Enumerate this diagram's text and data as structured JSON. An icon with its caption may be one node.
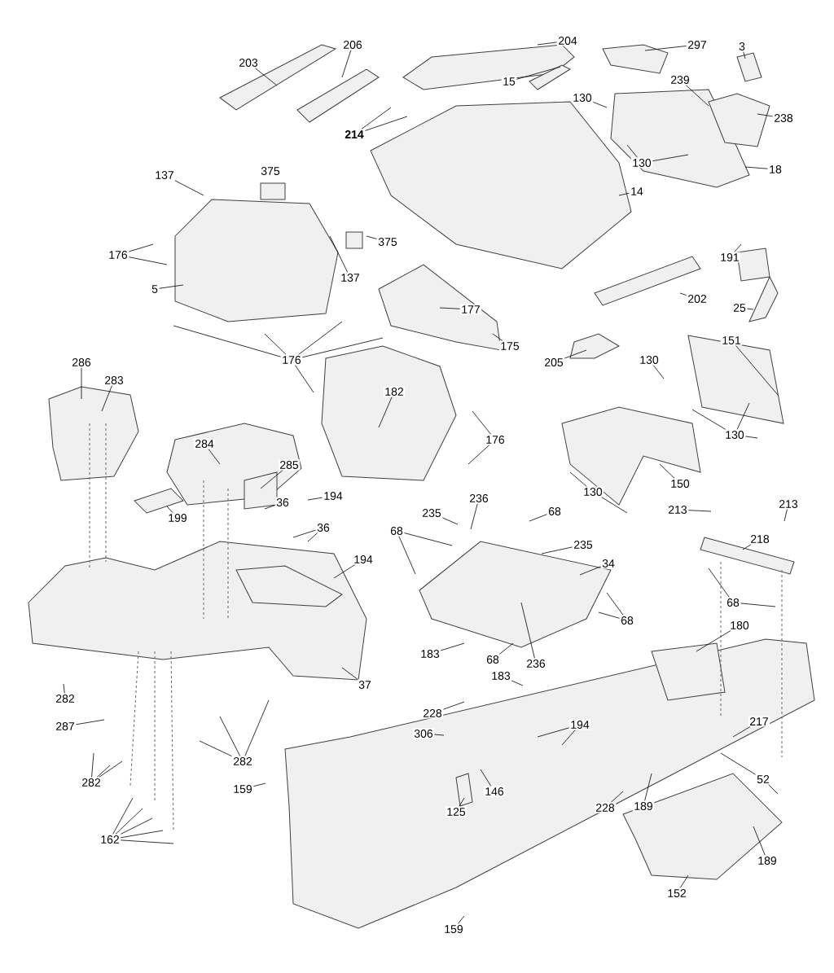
{
  "diagram": {
    "nodes": [
      {
        "text": [
          "203"
        ]
      },
      {
        "text": [
          "206"
        ]
      },
      {
        "text": [
          "204"
        ]
      },
      {
        "text": [
          "297"
        ]
      },
      {
        "text": [
          "3"
        ]
      },
      {
        "text": [
          "15"
        ]
      },
      {
        "text": [
          "130"
        ]
      },
      {
        "text": [
          "239"
        ]
      },
      {
        "text": [
          "238"
        ]
      },
      {
        "text": [
          "214"
        ]
      },
      {
        "text": [
          "137"
        ]
      },
      {
        "text": [
          "375"
        ]
      },
      {
        "text": [
          "375"
        ]
      },
      {
        "text": [
          "130"
        ]
      },
      {
        "text": [
          "18"
        ]
      },
      {
        "text": [
          "14"
        ]
      },
      {
        "text": [
          "176"
        ]
      },
      {
        "text": [
          "137"
        ]
      },
      {
        "text": [
          "5"
        ]
      },
      {
        "text": [
          "191"
        ]
      },
      {
        "text": [
          "202"
        ]
      },
      {
        "text": [
          "25"
        ]
      },
      {
        "text": [
          "177"
        ]
      },
      {
        "text": [
          "176"
        ]
      },
      {
        "text": [
          "175"
        ]
      },
      {
        "text": [
          "205"
        ]
      },
      {
        "text": [
          "151"
        ]
      },
      {
        "text": [
          "130"
        ]
      },
      {
        "text": [
          "130"
        ]
      },
      {
        "text": [
          "286"
        ]
      },
      {
        "text": [
          "283"
        ]
      },
      {
        "text": [
          "182"
        ]
      },
      {
        "text": [
          "176"
        ]
      },
      {
        "text": [
          "284"
        ]
      },
      {
        "text": [
          "285"
        ]
      },
      {
        "text": [
          "150"
        ]
      },
      {
        "text": [
          "130"
        ]
      },
      {
        "text": [
          "199"
        ]
      },
      {
        "text": [
          "36"
        ]
      },
      {
        "text": [
          "194"
        ]
      },
      {
        "text": [
          "36"
        ]
      },
      {
        "text": [
          "235"
        ]
      },
      {
        "text": [
          "236"
        ]
      },
      {
        "text": [
          "68"
        ]
      },
      {
        "text": [
          "213"
        ]
      },
      {
        "text": [
          "213"
        ]
      },
      {
        "text": [
          "218"
        ]
      },
      {
        "text": [
          "68"
        ]
      },
      {
        "text": [
          "235"
        ]
      },
      {
        "text": [
          "194"
        ]
      },
      {
        "text": [
          "34"
        ]
      },
      {
        "text": [
          "68"
        ]
      },
      {
        "text": [
          "68"
        ]
      },
      {
        "text": [
          "183"
        ]
      },
      {
        "text": [
          "68"
        ]
      },
      {
        "text": [
          "236"
        ]
      },
      {
        "text": [
          "183"
        ]
      },
      {
        "text": [
          "180"
        ]
      },
      {
        "text": [
          "37"
        ]
      },
      {
        "text": [
          "282"
        ]
      },
      {
        "text": [
          "287"
        ]
      },
      {
        "text": [
          "228"
        ]
      },
      {
        "text": [
          "306"
        ]
      },
      {
        "text": [
          "194"
        ]
      },
      {
        "text": [
          "217"
        ]
      },
      {
        "text": [
          "282"
        ]
      },
      {
        "text": [
          "282"
        ]
      },
      {
        "text": [
          "52"
        ]
      },
      {
        "text": [
          "146"
        ]
      },
      {
        "text": [
          "125"
        ]
      },
      {
        "text": [
          "228"
        ]
      },
      {
        "text": [
          "189"
        ]
      },
      {
        "text": [
          "159"
        ]
      },
      {
        "text": [
          "189"
        ]
      },
      {
        "text": [
          "162"
        ]
      },
      {
        "text": [
          "152"
        ]
      },
      {
        "text": [
          "159"
        ]
      }
    ],
    "edges": [
      {
        "from": 0,
        "to": null,
        "arrow": "none"
      },
      {
        "from": 1,
        "to": null,
        "arrow": "none"
      },
      {
        "from": 2,
        "to": null,
        "arrow": "none"
      },
      {
        "from": 3,
        "to": null,
        "arrow": "none"
      },
      {
        "from": 4,
        "to": null,
        "arrow": "none"
      },
      {
        "from": 5,
        "to": null,
        "arrow": "none"
      },
      {
        "from": 6,
        "to": null,
        "arrow": "none"
      },
      {
        "from": 7,
        "to": null,
        "arrow": "none"
      },
      {
        "from": 8,
        "to": null,
        "arrow": "none"
      },
      {
        "from": 9,
        "to": null,
        "arrow": "none"
      },
      {
        "from": 9,
        "to": null,
        "arrow": "none"
      },
      {
        "from": 10,
        "to": null,
        "arrow": "none"
      },
      {
        "from": 12,
        "to": null,
        "arrow": "none"
      },
      {
        "from": 13,
        "to": null,
        "arrow": "none"
      },
      {
        "from": 13,
        "to": null,
        "arrow": "none"
      },
      {
        "from": 14,
        "to": null,
        "arrow": "none"
      },
      {
        "from": 15,
        "to": null,
        "arrow": "none"
      },
      {
        "from": 16,
        "to": null,
        "arrow": "none"
      },
      {
        "from": 16,
        "to": null,
        "arrow": "none"
      },
      {
        "from": 17,
        "to": null,
        "arrow": "none"
      },
      {
        "from": 18,
        "to": null,
        "arrow": "none"
      },
      {
        "from": 19,
        "to": null,
        "arrow": "none"
      },
      {
        "from": 20,
        "to": null,
        "arrow": "none"
      },
      {
        "from": 21,
        "to": null,
        "arrow": "none"
      },
      {
        "from": 22,
        "to": null,
        "arrow": "none"
      },
      {
        "from": 23,
        "to": null,
        "arrow": "none"
      },
      {
        "from": 23,
        "to": null,
        "arrow": "none"
      },
      {
        "from": 23,
        "to": null,
        "arrow": "none"
      },
      {
        "from": 23,
        "to": null,
        "arrow": "none"
      },
      {
        "from": 23,
        "to": null,
        "arrow": "none"
      },
      {
        "from": 24,
        "to": null,
        "arrow": "none"
      },
      {
        "from": 25,
        "to": null,
        "arrow": "none"
      },
      {
        "from": 26,
        "to": null,
        "arrow": "none"
      },
      {
        "from": 27,
        "to": null,
        "arrow": "none"
      },
      {
        "from": 28,
        "to": null,
        "arrow": "none"
      },
      {
        "from": 28,
        "to": null,
        "arrow": "none"
      },
      {
        "from": 28,
        "to": null,
        "arrow": "none"
      },
      {
        "from": 29,
        "to": null,
        "arrow": "none"
      },
      {
        "from": 30,
        "to": null,
        "arrow": "none"
      },
      {
        "from": 31,
        "to": null,
        "arrow": "none"
      },
      {
        "from": 32,
        "to": null,
        "arrow": "none"
      },
      {
        "from": 32,
        "to": null,
        "arrow": "none"
      },
      {
        "from": 33,
        "to": null,
        "arrow": "none"
      },
      {
        "from": 34,
        "to": null,
        "arrow": "none"
      },
      {
        "from": 35,
        "to": null,
        "arrow": "none"
      },
      {
        "from": 36,
        "to": null,
        "arrow": "none"
      },
      {
        "from": 36,
        "to": null,
        "arrow": "none"
      },
      {
        "from": 37,
        "to": null,
        "arrow": "none"
      },
      {
        "from": 38,
        "to": null,
        "arrow": "none"
      },
      {
        "from": 39,
        "to": null,
        "arrow": "none"
      },
      {
        "from": 40,
        "to": null,
        "arrow": "none"
      },
      {
        "from": 40,
        "to": null,
        "arrow": "none"
      },
      {
        "from": 41,
        "to": null,
        "arrow": "none"
      },
      {
        "from": 42,
        "to": null,
        "arrow": "none"
      },
      {
        "from": 43,
        "to": null,
        "arrow": "none"
      },
      {
        "from": 44,
        "to": null,
        "arrow": "none"
      },
      {
        "from": 45,
        "to": null,
        "arrow": "none"
      },
      {
        "from": 46,
        "to": null,
        "arrow": "none"
      },
      {
        "from": 47,
        "to": null,
        "arrow": "none"
      },
      {
        "from": 47,
        "to": null,
        "arrow": "none"
      },
      {
        "from": 48,
        "to": null,
        "arrow": "none"
      },
      {
        "from": 49,
        "to": null,
        "arrow": "none"
      },
      {
        "from": 50,
        "to": null,
        "arrow": "none"
      },
      {
        "from": 51,
        "to": null,
        "arrow": "none"
      },
      {
        "from": 51,
        "to": null,
        "arrow": "none"
      },
      {
        "from": 52,
        "to": null,
        "arrow": "none"
      },
      {
        "from": 52,
        "to": null,
        "arrow": "none"
      },
      {
        "from": 53,
        "to": null,
        "arrow": "none"
      },
      {
        "from": 54,
        "to": null,
        "arrow": "none"
      },
      {
        "from": 55,
        "to": null,
        "arrow": "none"
      },
      {
        "from": 56,
        "to": null,
        "arrow": "none"
      },
      {
        "from": 57,
        "to": null,
        "arrow": "none"
      },
      {
        "from": 58,
        "to": null,
        "arrow": "none"
      },
      {
        "from": 59,
        "to": null,
        "arrow": "none"
      },
      {
        "from": 60,
        "to": null,
        "arrow": "none"
      },
      {
        "from": 61,
        "to": null,
        "arrow": "none"
      },
      {
        "from": 62,
        "to": null,
        "arrow": "none"
      },
      {
        "from": 63,
        "to": null,
        "arrow": "none"
      },
      {
        "from": 63,
        "to": null,
        "arrow": "none"
      },
      {
        "from": 64,
        "to": null,
        "arrow": "none"
      },
      {
        "from": 65,
        "to": null,
        "arrow": "none"
      },
      {
        "from": 65,
        "to": null,
        "arrow": "none"
      },
      {
        "from": 65,
        "to": null,
        "arrow": "none"
      },
      {
        "from": 66,
        "to": null,
        "arrow": "none"
      },
      {
        "from": 66,
        "to": null,
        "arrow": "none"
      },
      {
        "from": 66,
        "to": null,
        "arrow": "none"
      },
      {
        "from": 67,
        "to": null,
        "arrow": "none"
      },
      {
        "from": 67,
        "to": null,
        "arrow": "none"
      },
      {
        "from": 68,
        "to": null,
        "arrow": "none"
      },
      {
        "from": 69,
        "to": null,
        "arrow": "none"
      },
      {
        "from": 70,
        "to": null,
        "arrow": "none"
      },
      {
        "from": 71,
        "to": null,
        "arrow": "none"
      },
      {
        "from": 72,
        "to": null,
        "arrow": "none"
      },
      {
        "from": 73,
        "to": null,
        "arrow": "none"
      },
      {
        "from": 74,
        "to": null,
        "arrow": "none"
      },
      {
        "from": 74,
        "to": null,
        "arrow": "none"
      },
      {
        "from": 74,
        "to": null,
        "arrow": "none"
      },
      {
        "from": 74,
        "to": null,
        "arrow": "none"
      },
      {
        "from": 74,
        "to": null,
        "arrow": "none"
      },
      {
        "from": 75,
        "to": null,
        "arrow": "none"
      },
      {
        "from": 76,
        "to": null,
        "arrow": "none"
      }
    ]
  }
}
